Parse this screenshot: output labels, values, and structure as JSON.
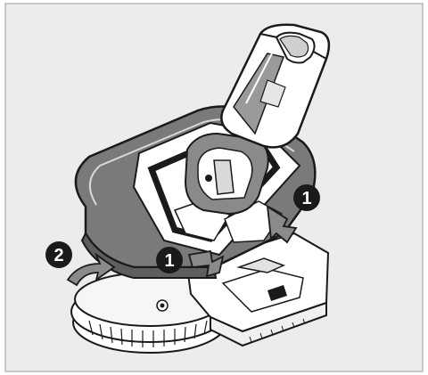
{
  "figure": {
    "background": "#ececec",
    "frame_color": "#b9b9b9",
    "ink": "#1a1a1a",
    "shell_color": "#7a7a7a",
    "light_plastic": "#ffffff"
  },
  "callouts": [
    {
      "label": "1"
    },
    {
      "label": "1"
    },
    {
      "label": "2"
    }
  ]
}
